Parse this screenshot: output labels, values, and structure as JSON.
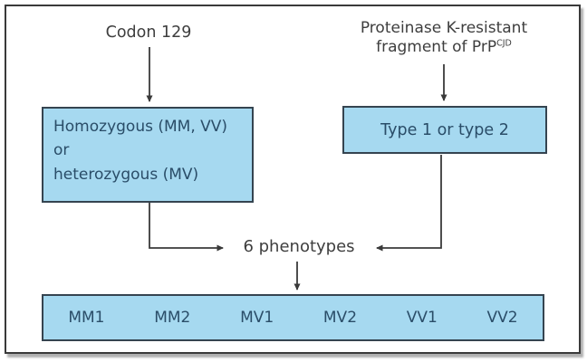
{
  "diagram": {
    "title_left": "Codon 129",
    "title_right_line1": "Proteinase K-resistant",
    "title_right_line2_base": "fragment of PrP",
    "title_right_superscript": "CJD",
    "genotype_box": {
      "line1": "Homozygous (MM, VV)",
      "line2": "or",
      "line3": "heterozygous (MV)"
    },
    "type_box_label": "Type 1 or type 2",
    "middle_label": "6 phenotypes",
    "phenotypes": [
      "MM1",
      "MM2",
      "MV1",
      "MV2",
      "VV1",
      "VV2"
    ],
    "colors": {
      "box_fill": "#a6d9f0",
      "box_border": "#354450",
      "box_text": "#2a4d68",
      "label_text": "#3e3e3e",
      "arrow": "#3a3a3a",
      "frame_border": "#3a3a3a"
    }
  }
}
